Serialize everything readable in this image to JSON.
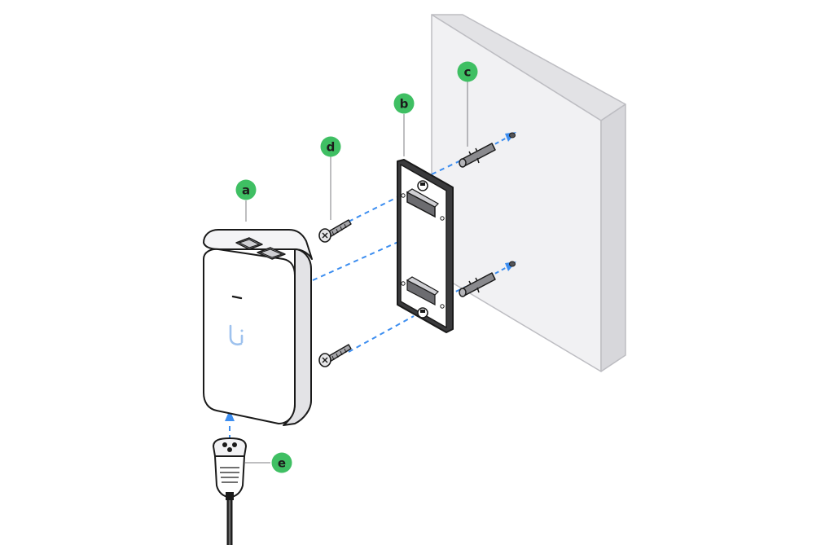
{
  "callouts": {
    "a": "a",
    "b": "b",
    "c": "c",
    "d": "d",
    "e": "e"
  },
  "icons": {
    "adapter": "poe-adapter-icon",
    "bracket": "mounting-bracket-icon",
    "anchor": "wall-anchor-icon",
    "screw": "screw-icon",
    "plug": "power-plug-icon",
    "wall": "wall-icon",
    "logo": "ui-logo-icon"
  },
  "colors": {
    "callout_fill": "#3fbf63",
    "guide_line": "#3d8ef0",
    "wall_face": "#f0f0f1",
    "wall_edge": "#d9d9dc",
    "outline": "#1a1a1a"
  }
}
